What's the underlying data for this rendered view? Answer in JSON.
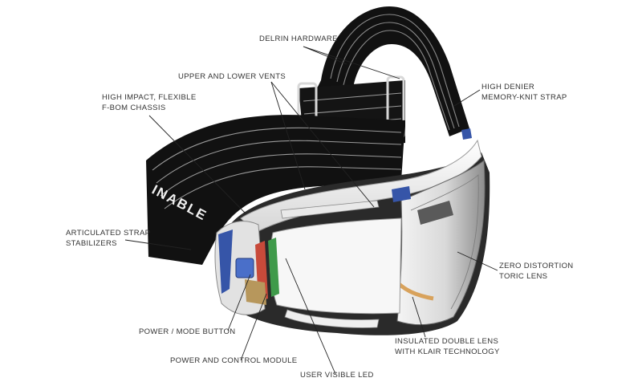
{
  "diagram": {
    "strap_print": "INABLE",
    "callouts": {
      "delrin_hardware": "DELRIN HARDWARE",
      "upper_lower_vents": "UPPER AND LOWER VENTS",
      "high_impact_chassis": [
        "HIGH IMPACT, FLEXIBLE",
        "F-BOM CHASSIS"
      ],
      "high_denier_strap": [
        "HIGH DENIER",
        "MEMORY-KNIT STRAP"
      ],
      "articulated_strap_stabilizers": [
        "ARTICULATED STRAP",
        "STABILIZERS"
      ],
      "zero_distortion_lens": [
        "ZERO DISTORTION",
        "TORIC LENS"
      ],
      "power_mode_button": "POWER / MODE BUTTON",
      "insulated_double_lens": [
        "INSULATED DOUBLE LENS",
        "WITH KLAIR TECHNOLOGY"
      ],
      "power_control_module": "POWER AND CONTROL MODULE",
      "user_visible_led": "USER VISIBLE LED"
    }
  }
}
